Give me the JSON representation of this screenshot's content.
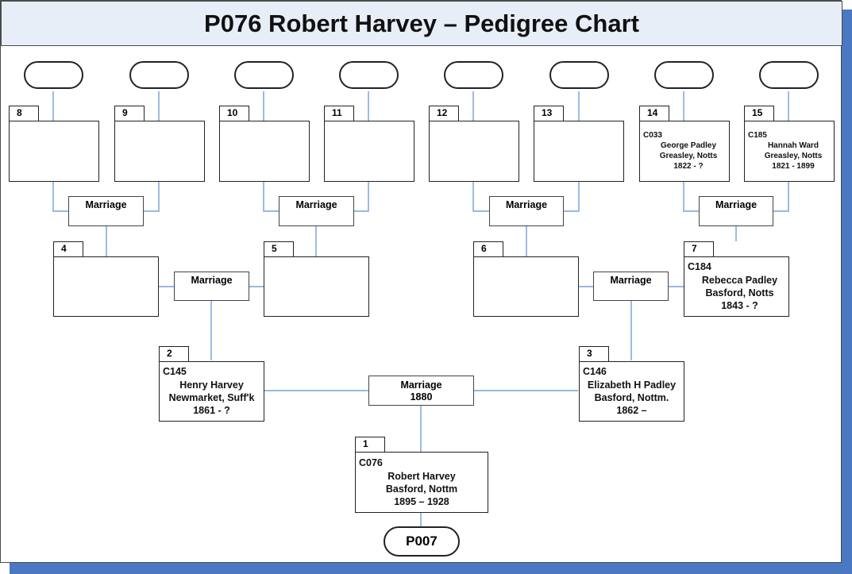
{
  "title": "P076 Robert Harvey – Pedigree Chart",
  "line_color": "#5b8fd0",
  "shadow_color": "#4a78c2",
  "people": {
    "p1": {
      "number": "1",
      "code": "C076",
      "name": "Robert Harvey",
      "place": "Basford, Nottm",
      "dates": "1895 – 1928"
    },
    "p2": {
      "number": "2",
      "code": "C145",
      "name": "Henry Harvey",
      "place": "Newmarket, Suff'k",
      "dates": "1861 - ?"
    },
    "p3": {
      "number": "3",
      "code": "C146",
      "name": "Elizabeth H Padley",
      "place": "Basford, Nottm.",
      "dates": "1862 –"
    },
    "p4": {
      "number": "4"
    },
    "p5": {
      "number": "5"
    },
    "p6": {
      "number": "6"
    },
    "p7": {
      "number": "7",
      "code": "C184",
      "name": "Rebecca Padley",
      "place": "Basford, Notts",
      "dates": "1843 - ?"
    },
    "p8": {
      "number": "8"
    },
    "p9": {
      "number": "9"
    },
    "p10": {
      "number": "10"
    },
    "p11": {
      "number": "11"
    },
    "p12": {
      "number": "12"
    },
    "p13": {
      "number": "13"
    },
    "p14": {
      "number": "14",
      "code": "C033",
      "name": "George Padley",
      "place": "Greasley, Notts",
      "dates": "1822 - ?"
    },
    "p15": {
      "number": "15",
      "code": "C185",
      "name": "Hannah Ward",
      "place": "Greasley, Notts",
      "dates": "1821 - 1899"
    }
  },
  "marriages": {
    "m_8_9": {
      "label": "Marriage"
    },
    "m_10_11": {
      "label": "Marriage"
    },
    "m_12_13": {
      "label": "Marriage"
    },
    "m_14_15": {
      "label": "Marriage"
    },
    "m_4_5": {
      "label": "Marriage"
    },
    "m_6_7": {
      "label": "Marriage"
    },
    "m_2_3": {
      "label": "Marriage",
      "year": "1880"
    }
  },
  "parent_pedigree": "P007"
}
